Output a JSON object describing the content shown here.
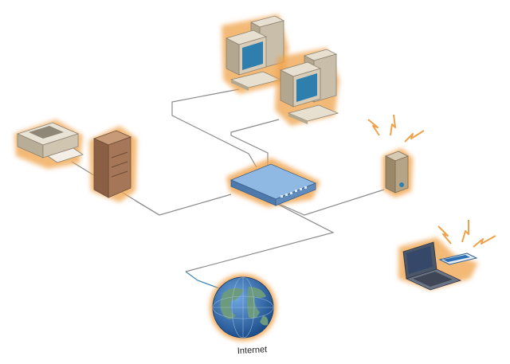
{
  "labels": {
    "internet": "Internet"
  },
  "nodes": [
    {
      "name": "desktop-computer-1",
      "icon": "desktop-computer-icon"
    },
    {
      "name": "desktop-computer-2",
      "icon": "desktop-computer-icon"
    },
    {
      "name": "printer",
      "icon": "printer-icon"
    },
    {
      "name": "server-tower",
      "icon": "server-tower-icon"
    },
    {
      "name": "network-switch",
      "icon": "network-switch-icon"
    },
    {
      "name": "wireless-access-point",
      "icon": "wireless-access-point-icon"
    },
    {
      "name": "laptop",
      "icon": "laptop-icon"
    },
    {
      "name": "internet-globe",
      "icon": "globe-icon"
    }
  ],
  "colors": {
    "glow": "#f0a24a",
    "beige": "#d9cfbd",
    "screen": "#2f7fae",
    "switch_blue": "#6f9ccc",
    "server_brown": "#a57758",
    "globe_ocean": "#2d64a8",
    "globe_land": "#6c9a7e",
    "cable": "#808080"
  }
}
